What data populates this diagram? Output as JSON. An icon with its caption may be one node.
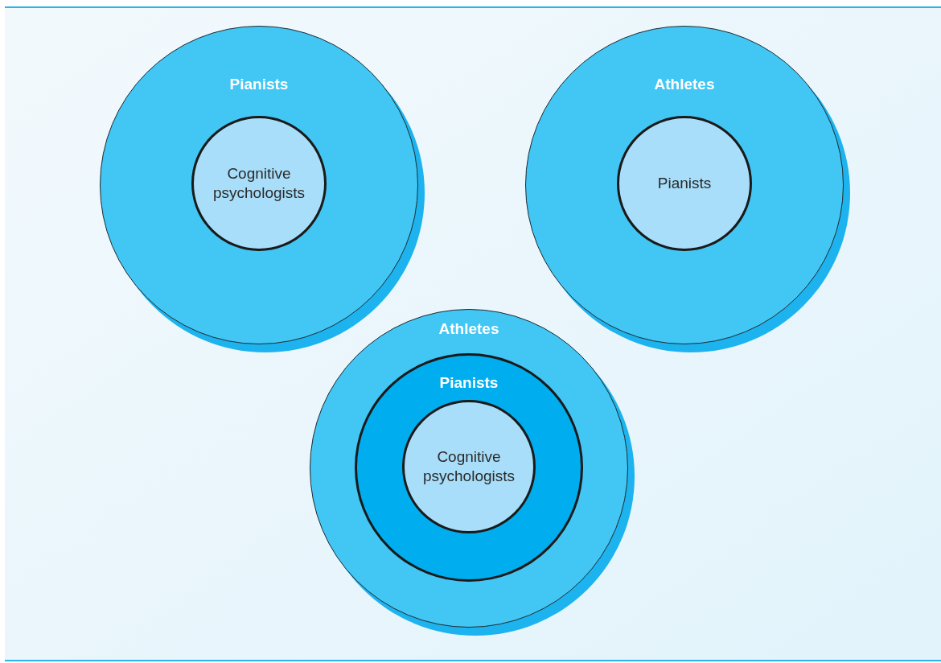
{
  "diagram": {
    "nodes": [
      {
        "text": [
          "Pianists"
        ]
      },
      {
        "text": [
          "Cognitive psychologists"
        ],
        "in": 0
      },
      {
        "text": [
          "Athletes"
        ]
      },
      {
        "text": [
          "Pianists"
        ],
        "in": 2
      },
      {
        "text": [
          "Athletes"
        ]
      },
      {
        "text": [
          "Pianists"
        ],
        "in": 4
      },
      {
        "text": [
          "Cognitive psychologists"
        ],
        "in": 5
      }
    ]
  }
}
